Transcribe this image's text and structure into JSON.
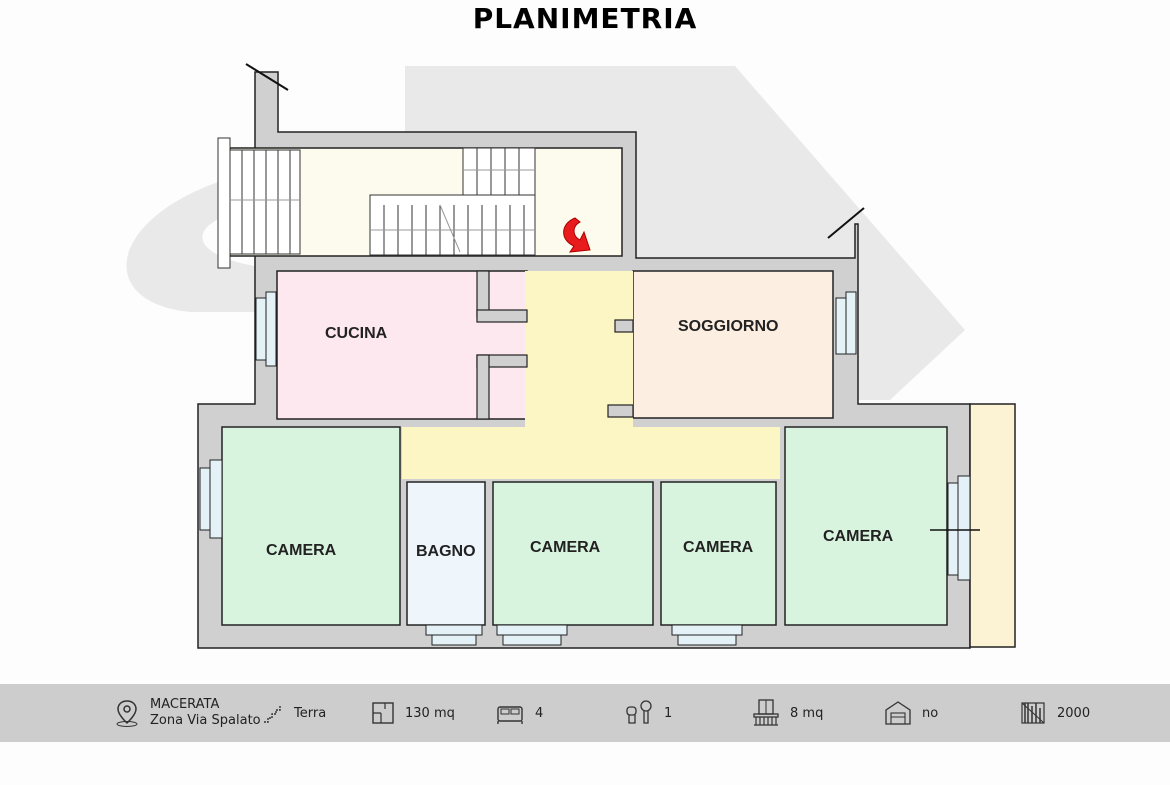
{
  "title": "PLANIMETRIA",
  "rooms": {
    "cucina": "CUCINA",
    "soggiorno": "SOGGIORNO",
    "camera_1": "CAMERA",
    "bagno": "BAGNO",
    "camera_2": "CAMERA",
    "camera_3": "CAMERA",
    "camera_4": "CAMERA"
  },
  "info": {
    "city": "MACERATA",
    "zone": "Zona Via Spalato",
    "floor": "Terra",
    "surface": "130 mq",
    "bedrooms": "4",
    "bathrooms": "1",
    "balcony": "8 mq",
    "garage": "no",
    "year": "2000"
  },
  "icons": [
    "location-pin-icon",
    "stairs-icon",
    "floorplan-icon",
    "bed-icon",
    "bathroom-icon",
    "balcony-icon",
    "garage-icon",
    "building-year-icon",
    "entrance-arrow-icon"
  ],
  "colors": {
    "kitchen": "#fce8ee",
    "living": "#fdeee2",
    "bedroom": "#d9f4de",
    "bathroom": "#eef5fb",
    "corridor": "#fbf6c4",
    "stairwell": "#fdfbee",
    "terrace": "#fcf3d5",
    "wall": "#cfcfcf",
    "arrow": "#e81c1c",
    "infobar": "#cdcdcd"
  }
}
